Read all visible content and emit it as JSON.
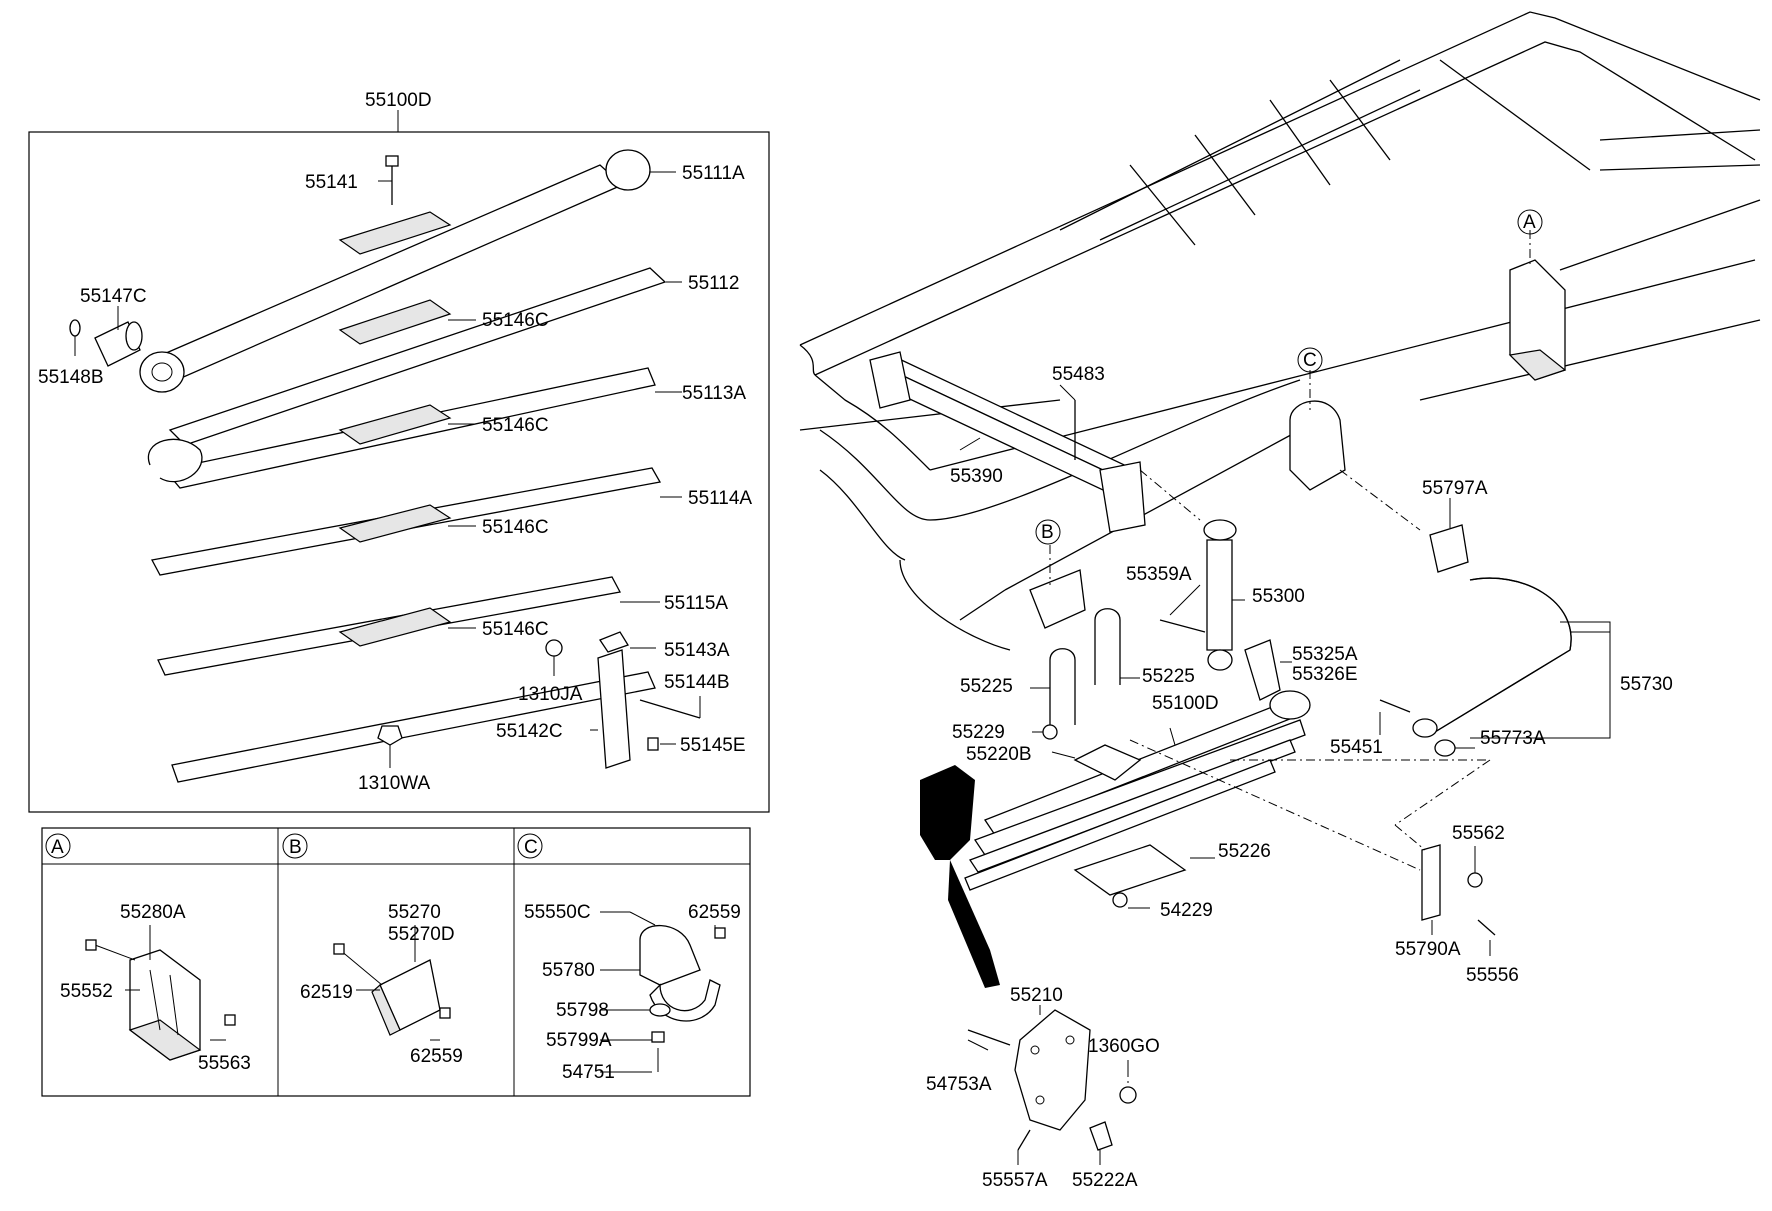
{
  "labels": {
    "l55100D_top": "55100D",
    "l55141": "55141",
    "l55111A": "55111A",
    "l55147C": "55147C",
    "l55112": "55112",
    "l55146C_1": "55146C",
    "l55148B": "55148B",
    "l55113A": "55113A",
    "l55146C_2": "55146C",
    "l55114A": "55114A",
    "l55146C_3": "55146C",
    "l55115A": "55115A",
    "l55146C_4": "55146C",
    "l55143A": "55143A",
    "l1310JA": "1310JA",
    "l55144B": "55144B",
    "l55142C": "55142C",
    "l55145E": "55145E",
    "l1310WA": "1310WA",
    "l55280A": "55280A",
    "l55552": "55552",
    "l55563": "55563",
    "l55270": "55270",
    "l55270D": "55270D",
    "l62519": "62519",
    "l62559_b": "62559",
    "l55550C": "55550C",
    "l62559_c": "62559",
    "l55780": "55780",
    "l55798": "55798",
    "l55799A": "55799A",
    "l54751": "54751",
    "l55483": "55483",
    "l55390": "55390",
    "l55797A": "55797A",
    "l55359A": "55359A",
    "l55300": "55300",
    "l55225_a": "55225",
    "l55225_b": "55225",
    "l55325A": "55325A",
    "l55326E": "55326E",
    "l55730": "55730",
    "l55229": "55229",
    "l55100D_main": "55100D",
    "l55220B": "55220B",
    "l55451": "55451",
    "l55773A": "55773A",
    "l55226": "55226",
    "l55562": "55562",
    "l54229": "54229",
    "l55790A": "55790A",
    "l55556": "55556",
    "l55210": "55210",
    "l54753A": "54753A",
    "l1360GO": "1360GO",
    "l55557A": "55557A",
    "l55222A": "55222A"
  },
  "callouts": {
    "a_box": "A",
    "b_box": "B",
    "c_box": "C",
    "a_frame": "A",
    "b_frame": "B",
    "c_frame": "C"
  }
}
